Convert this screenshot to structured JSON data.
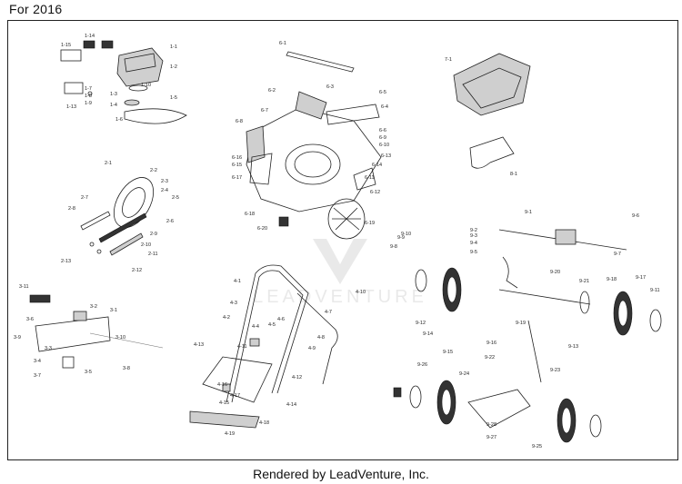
{
  "header": {
    "year_label": "For 2016"
  },
  "footer": {
    "credit": "Rendered by LeadVenture, Inc."
  },
  "watermark": {
    "text": "LEADVENTURE"
  },
  "engine_group": {
    "labels": [
      "1-14",
      "1-15",
      "1-13",
      "1-1",
      "1-2",
      "1-3",
      "1-4",
      "1-5",
      "1-6",
      "1-7",
      "1-8",
      "1-9",
      "1-10"
    ]
  },
  "deck_group": {
    "labels": [
      "6-1",
      "6-2",
      "6-3",
      "6-4",
      "6-5",
      "6-6",
      "6-7",
      "6-8",
      "6-9",
      "6-10",
      "6-11",
      "6-12",
      "6-13",
      "6-14",
      "6-15",
      "6-16",
      "6-17",
      "6-18",
      "6-19",
      "6-20"
    ]
  },
  "bag_group": {
    "labels": [
      "7-1",
      "8-1"
    ]
  },
  "blade_group": {
    "labels": [
      "2-1",
      "2-2",
      "2-3",
      "2-4",
      "2-5",
      "2-6",
      "2-7",
      "2-8",
      "2-9",
      "2-10",
      "2-11",
      "2-12",
      "2-13"
    ]
  },
  "rear_axle_group": {
    "labels": [
      "9-1",
      "9-2",
      "9-3",
      "9-4",
      "9-5",
      "9-6",
      "9-7",
      "9-8",
      "9-9",
      "9-10",
      "9-11",
      "9-12",
      "9-13",
      "9-14",
      "9-15",
      "9-16",
      "9-17",
      "9-18",
      "9-19",
      "9-20",
      "9-21",
      "9-22",
      "9-23"
    ]
  },
  "front_axle_group": {
    "labels": [
      "9-24",
      "9-25",
      "9-26",
      "9-27",
      "9-28"
    ]
  },
  "handle_group": {
    "labels": [
      "4-1",
      "4-2",
      "4-3",
      "4-4",
      "4-5",
      "4-6",
      "4-7",
      "4-8",
      "4-9",
      "4-10",
      "4-11",
      "4-12",
      "4-13",
      "4-14",
      "4-15",
      "4-16",
      "4-17",
      "4-18",
      "4-19"
    ]
  },
  "control_group": {
    "labels": [
      "3-1",
      "3-2",
      "3-3",
      "3-4",
      "3-5",
      "3-6",
      "3-7",
      "3-8",
      "3-9",
      "3-10",
      "3-11"
    ]
  }
}
